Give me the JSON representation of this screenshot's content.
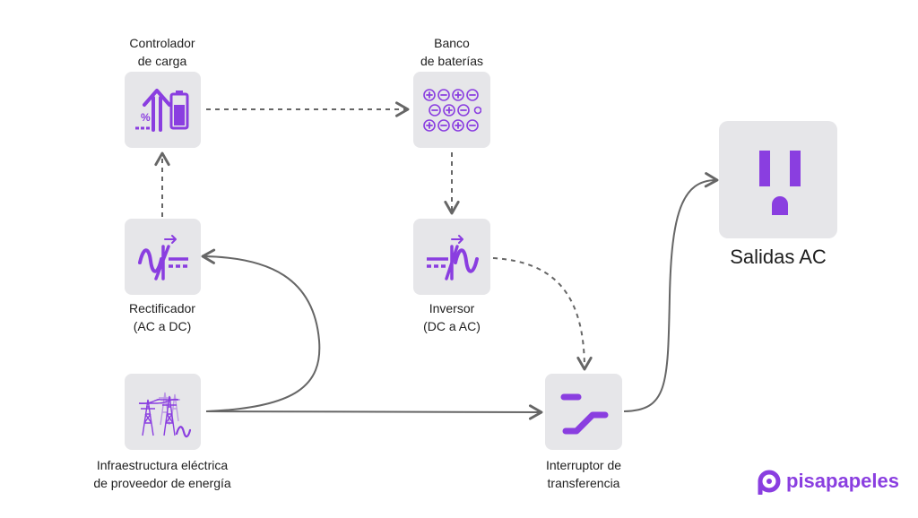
{
  "nodes": {
    "controller": {
      "line1": "Controlador",
      "line2": "de carga"
    },
    "battery": {
      "line1": "Banco",
      "line2": "de baterías"
    },
    "rectifier": {
      "line1": "Rectificador",
      "line2": "(AC a DC)"
    },
    "inverter": {
      "line1": "Inversor",
      "line2": "(DC a AC)"
    },
    "grid": {
      "line1": "Infraestructura eléctrica",
      "line2": "de proveedor de energía"
    },
    "transfer": {
      "line1": "Interruptor de",
      "line2": "transferencia"
    },
    "outlet": {
      "line1": "Salidas AC"
    }
  },
  "controller_icon": {
    "percent_text": "%"
  },
  "logo": {
    "text": "pisapapeles"
  },
  "colors": {
    "accent": "#8a3ee0",
    "node_bg": "#e6e6e9",
    "connector": "#666666"
  }
}
